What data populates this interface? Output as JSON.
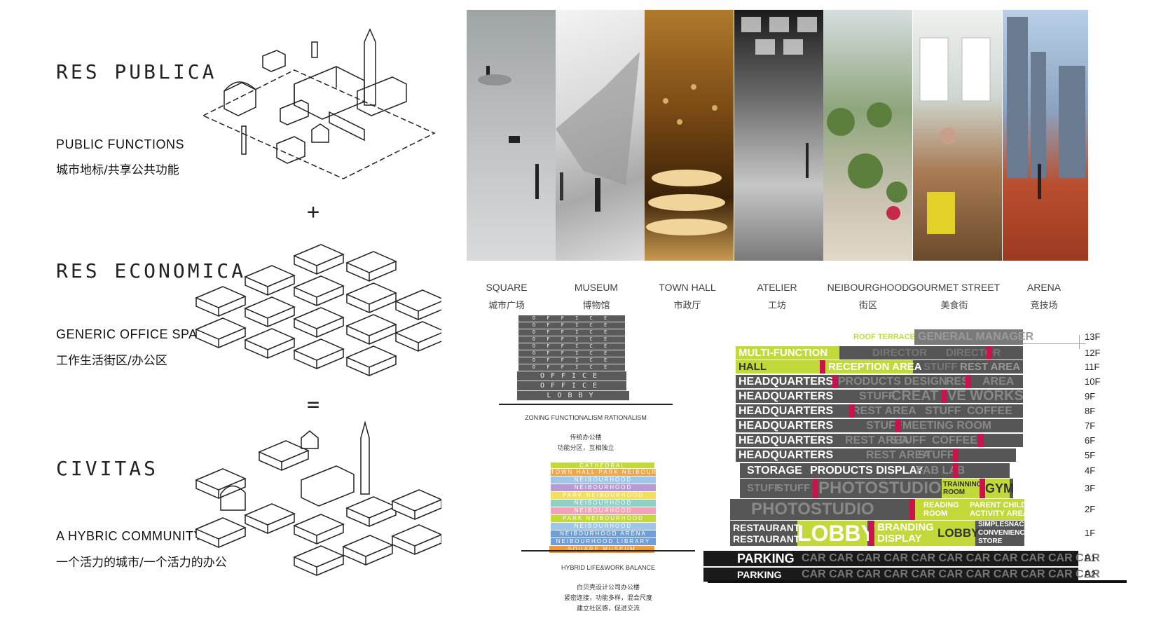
{
  "concepts": [
    {
      "title": "RES PUBLICA",
      "en": "PUBLIC FUNCTIONS",
      "zh": "城市地标/共享公共功能"
    },
    {
      "title": "RES ECONOMICA",
      "en": "GENERIC OFFICE SPACE",
      "zh": "工作生活街区/办公区"
    },
    {
      "title": "CIVITAS",
      "en": "A HYBRIC COMMUNITY",
      "zh": "一个活力的城市/一个活力的办公"
    }
  ],
  "operators": {
    "plus": "+",
    "equals": "="
  },
  "photos": [
    {
      "en": "SQUARE",
      "zh": "城市广场"
    },
    {
      "en": "MUSEUM",
      "zh": "博物馆"
    },
    {
      "en": "TOWN HALL",
      "zh": "市政厅"
    },
    {
      "en": "ATELIER",
      "zh": "工坊"
    },
    {
      "en": "NEIBOURGHOOD",
      "zh": "街区"
    },
    {
      "en": "GOURMET STREET",
      "zh": "美食街"
    },
    {
      "en": "ARENA",
      "zh": "竞技场"
    }
  ],
  "office_diagram": {
    "floors": [
      "O F F I C E",
      "O F F I C E",
      "O F F I C E",
      "O F F I C E",
      "O F F I C E",
      "O F F I C E",
      "O F F I C E",
      "O F F I C E",
      "OFFICE",
      "OFFICE",
      "LOBBY"
    ],
    "caption": "ZONING FUNCTIONALISM RATIONALISM",
    "zh_1": "传统办公楼",
    "zh_2": "功能分区，互相独立"
  },
  "hybrid_diagram": {
    "floors": [
      "CATHEDRAL",
      "TOWN HALL  PARK  NEIBOURHOOD",
      "NEIBOURHOOD",
      "NEIBOURHOOD",
      "PARK  NEIBOURHOOD",
      "NEIBOURHOOD",
      "NEIBOURHOOD",
      "PARK  NEIBOURHOOD",
      "NEIBOURHOOD",
      "NEIBOURHOOD   ARENA",
      "NEIBOURHOOD   LIBRARY",
      "SQUARE     MUSEUM"
    ],
    "caption": "HYBRID LIFE&WORK BALANCE",
    "zh_1": "白贝壳设计公司办公楼",
    "zh_2": "紧密连接，功能多样，混合尺度",
    "zh_3": "建立社区感，促进交流"
  },
  "section": {
    "accent_green": "#c3d93a",
    "accent_red": "#c8144a",
    "floors": [
      {
        "label": "13F",
        "items": [
          "ROOF TERRACE",
          "GENERAL MANAGER"
        ]
      },
      {
        "label": "12F",
        "items": [
          "MULTI-FUNCTION",
          "DIRECTOR",
          "DIRECTOR"
        ]
      },
      {
        "label": "11F",
        "items": [
          "HALL",
          "RECEPTION AREA",
          "STUFF",
          "REST AREA"
        ]
      },
      {
        "label": "10F",
        "items": [
          "HEADQUARTERS",
          "PRODUCTS DESIGN",
          "RES",
          "AREA"
        ]
      },
      {
        "label": "9F",
        "items": [
          "HEADQUARTERS",
          "STUFF",
          "CREAT",
          "VE WORKS"
        ]
      },
      {
        "label": "8F",
        "items": [
          "HEADQUARTERS",
          "REST AREA",
          "STUFF",
          "COFFEE"
        ]
      },
      {
        "label": "7F",
        "items": [
          "HEADQUARTERS",
          "STUFF",
          "MEETING ROOM"
        ]
      },
      {
        "label": "6F",
        "items": [
          "HEADQUARTERS",
          "REST AREA",
          "STUFF",
          "COFFEE"
        ]
      },
      {
        "label": "5F",
        "items": [
          "HEADQUARTERS",
          "REST AREA",
          "STUFF"
        ]
      },
      {
        "label": "4F",
        "items": [
          "STORAGE",
          "PRODUCTS DISPLAY",
          "FAB LAB"
        ]
      },
      {
        "label": "3F",
        "items": [
          "STUFF",
          "STUFF",
          "PHOTOSTUDIO",
          "TRAINNING",
          "ROOM",
          "GYM"
        ]
      },
      {
        "label": "2F",
        "items": [
          "PHOTOSTUDIO",
          "READING",
          "ROOM",
          "PARENT CHILD",
          "ACTIVITY AREA"
        ]
      },
      {
        "label": "1F",
        "items": [
          "RESTAURANT",
          "RESTAURANT",
          "LOBBY",
          "BRANDING",
          "DISPLAY",
          "LOBBY",
          "SIMPLESNACK",
          "CONVENIENCE",
          "STORE"
        ]
      },
      {
        "label": "B1",
        "items": [
          "PARKING",
          "CAR CAR CAR CAR CAR CAR CAR CAR CAR CAR CAR"
        ]
      },
      {
        "label": "B2",
        "items": [
          "PARKING",
          "CAR CAR CAR CAR CAR CAR CAR CAR CAR CAR CAR"
        ]
      }
    ]
  }
}
